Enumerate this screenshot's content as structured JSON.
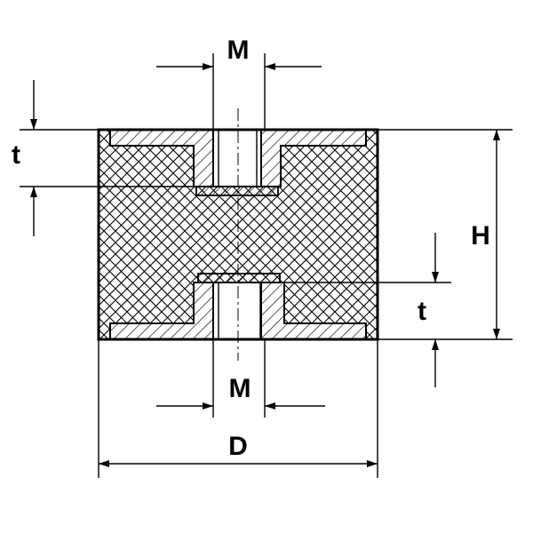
{
  "labels": {
    "top_thread": "M",
    "bottom_thread": "M",
    "top_thickness": "t",
    "bottom_thickness": "t",
    "height": "H",
    "diameter": "D"
  },
  "colors": {
    "line": "#000000",
    "background": "#ffffff"
  }
}
